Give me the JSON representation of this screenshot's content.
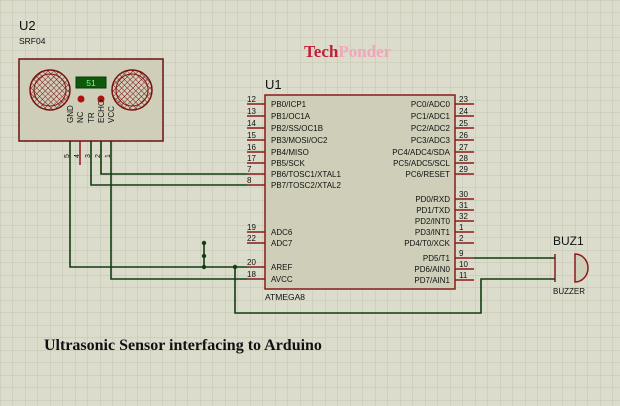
{
  "watermark": {
    "part1": "Tech",
    "part2": "Ponder"
  },
  "sensor": {
    "ref": "U2",
    "model": "SRF04",
    "display_value": "51",
    "pins": [
      {
        "name": "GND",
        "number": "5"
      },
      {
        "name": "NC",
        "number": "4"
      },
      {
        "name": "TR",
        "number": "3"
      },
      {
        "name": "ECHO",
        "number": "2"
      },
      {
        "name": "VCC",
        "number": "1"
      }
    ]
  },
  "mcu": {
    "ref": "U1",
    "model": "ATMEGA8",
    "left_pins": [
      {
        "name": "PB0/ICP1",
        "number": "12"
      },
      {
        "name": "PB1/OC1A",
        "number": "13"
      },
      {
        "name": "PB2/SS/OC1B",
        "number": "14"
      },
      {
        "name": "PB3/MOSI/OC2",
        "number": "15"
      },
      {
        "name": "PB4/MISO",
        "number": "16"
      },
      {
        "name": "PB5/SCK",
        "number": "17"
      },
      {
        "name": "PB6/TOSC1/XTAL1",
        "number": "7"
      },
      {
        "name": "PB7/TOSC2/XTAL2",
        "number": "8"
      },
      {
        "name": "ADC6",
        "number": "19"
      },
      {
        "name": "ADC7",
        "number": "22"
      },
      {
        "name": "AREF",
        "number": "20"
      },
      {
        "name": "AVCC",
        "number": "18"
      }
    ],
    "right_pins": [
      {
        "name": "PC0/ADC0",
        "number": "23"
      },
      {
        "name": "PC1/ADC1",
        "number": "24"
      },
      {
        "name": "PC2/ADC2",
        "number": "25"
      },
      {
        "name": "PC3/ADC3",
        "number": "26"
      },
      {
        "name": "PC4/ADC4/SDA",
        "number": "27"
      },
      {
        "name": "PC5/ADC5/SCL",
        "number": "28"
      },
      {
        "name": "PC6/RESET",
        "number": "29"
      },
      {
        "name": "PD0/RXD",
        "number": "30"
      },
      {
        "name": "PD1/TXD",
        "number": "31"
      },
      {
        "name": "PD2/INT0",
        "number": "32"
      },
      {
        "name": "PD3/INT1",
        "number": "1"
      },
      {
        "name": "PD4/T0/XCK",
        "number": "2"
      },
      {
        "name": "PD5/T1",
        "number": "9"
      },
      {
        "name": "PD6/AIN0",
        "number": "10"
      },
      {
        "name": "PD7/AIN1",
        "number": "11"
      }
    ]
  },
  "buzzer": {
    "ref": "BUZ1",
    "model": "BUZZER"
  },
  "caption": "Ultrasonic Sensor interfacing to Arduino",
  "colors": {
    "background": "#dcdccc",
    "grid": "#c4c4b2",
    "component_body": "#cfcfb9",
    "component_border": "#8b1a1a",
    "wire": "#123d12",
    "display_bg": "#0d5a0d",
    "display_text": "#7cff7c",
    "watermark_tech": "#c0203a",
    "watermark_ponder": "#f0a8b8"
  }
}
